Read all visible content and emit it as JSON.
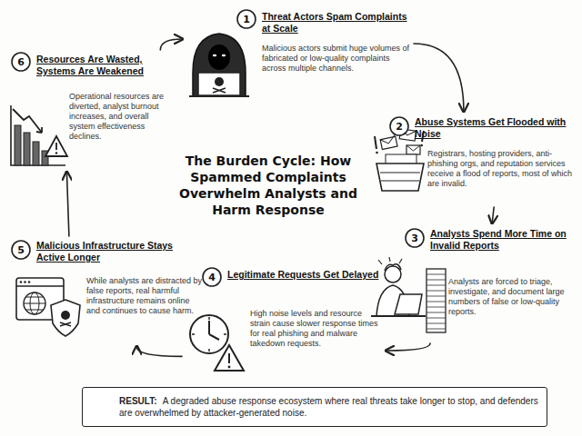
{
  "diagram": {
    "title": "The Burden Cycle: How Spammed Complaints Overwhelm Analysts and Harm Response",
    "nodes": [
      {
        "text": [
          "Threat Actors Spam Complaints at Scale",
          "Malicious actors submit huge volumes of fabricated or low-quality complaints across multiple channels."
        ]
      },
      {
        "text": [
          "1"
        ],
        "in": 0
      },
      {
        "text": [
          "Abuse Systems Get Flooded with Noise",
          "Registrars, hosting providers, anti-phishing orgs, and reputation services receive a flood of reports, most of which are invalid."
        ]
      },
      {
        "text": [
          "2"
        ],
        "in": 2
      },
      {
        "text": [
          "Analysts Spend More Time on Invalid Reports",
          "Analysts are forced to triage, investigate, and document large numbers of false or low-quality reports."
        ]
      },
      {
        "text": [
          "3"
        ],
        "in": 4
      },
      {
        "text": [
          "Legitimate Requests Get Delayed",
          "High noise levels and resource strain cause slower response times for real phishing and malware takedown requests."
        ]
      },
      {
        "text": [
          "4"
        ],
        "in": 6
      },
      {
        "text": [
          "Malicious Infrastructure Stays Active Longer",
          "While analysts are distracted by false reports, real harmful infrastructure remains online and continues to cause harm."
        ]
      },
      {
        "text": [
          "5"
        ],
        "in": 8
      },
      {
        "text": [
          "Resources Are Wasted, Systems Are Weakened",
          "Operational resources are diverted, analyst burnout increases, and overall system effectiveness declines."
        ]
      },
      {
        "text": [
          "6"
        ],
        "in": 10
      },
      {
        "text": [
          "RESULT:",
          "A degraded abuse response ecosystem where real threats take longer to stop, and defenders are overwhelmed by attacker-generated noise."
        ]
      }
    ],
    "edges": [
      {
        "from": 0,
        "to": 2,
        "arrow": "to"
      },
      {
        "from": 2,
        "to": 4,
        "arrow": "to"
      },
      {
        "from": 4,
        "to": 6,
        "arrow": "to"
      },
      {
        "from": 6,
        "to": 8,
        "arrow": "to"
      },
      {
        "from": 8,
        "to": 10,
        "arrow": "to"
      },
      {
        "from": 10,
        "to": 0,
        "arrow": "to"
      }
    ]
  }
}
